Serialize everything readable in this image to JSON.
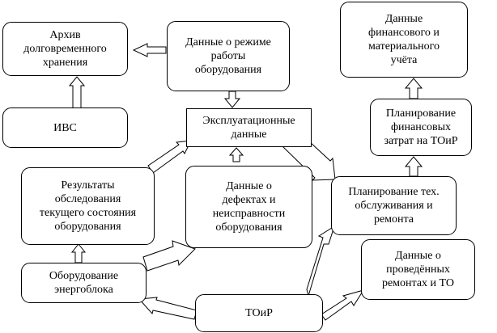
{
  "nodes": {
    "archive": "Архив\nдолговременного\nхранения",
    "operating_mode": "Данные о режиме\nработы\nоборудования",
    "financial_data": "Данные\nфинансового и\nматериального\nучёта",
    "ivs": "ИВС",
    "operational_data": "Эксплуатационные\nданные",
    "financial_planning": "Планирование\nфинансовых\nзатрат на ТОиР",
    "survey_results": "Результаты\nобследования\nтекущего состояния\nоборудования",
    "defects_data": "Данные о\nдефектах и\nнеисправности\nоборудования",
    "maintenance_planning": "Планирование тех.\nобслуживания и\nремонта",
    "power_unit": "Оборудование\nэнергоблока",
    "repairs_data": "Данные о\nпроведённых\nремонтах и ТО",
    "toir": "ТОиР"
  }
}
